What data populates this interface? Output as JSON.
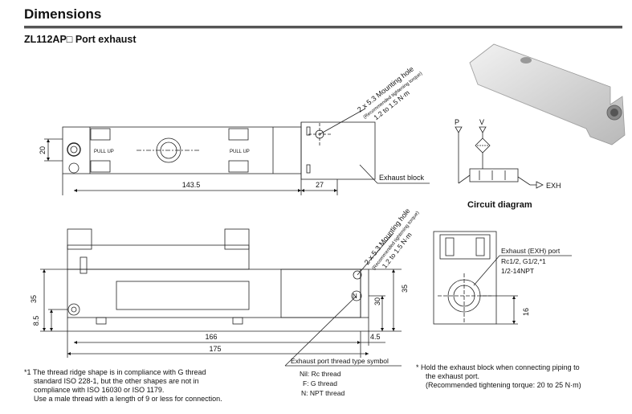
{
  "header": {
    "title": "Dimensions",
    "subtitle": "ZL112AP□ Port exhaust"
  },
  "top_view": {
    "mounting_hole": "2 x 5.3 Mounting hole",
    "torque_line1": "(Recommended tightening torque)",
    "torque_line2": "1.2 to 1.5 N·m",
    "dim_width": "143.5",
    "dim_block": "27",
    "dim_height": "20",
    "exhaust_block_label": "Exhaust block",
    "pull_up_left": "PULL UP",
    "pull_up_right": "PULL UP"
  },
  "front_view": {
    "mounting_hole": "2 x 5.3 Mounting hole",
    "torque_line1": "(Recommended tightening torque)",
    "torque_line2": "1.2 to 1.5 N·m",
    "dim_166": "166",
    "dim_175": "175",
    "dim_4_5": "4.5",
    "dim_35_left": "35",
    "dim_8_5": "8.5",
    "dim_30": "30",
    "dim_35_right": "35",
    "n_mark": "N"
  },
  "side_view": {
    "port_title": "Exhaust (EXH) port",
    "port_line1": "Rc1/2, G1/2,*1",
    "port_line2": "1/2-14NPT",
    "dim_16": "16"
  },
  "circuit": {
    "label_p": "P",
    "label_v": "V",
    "label_exh": "EXH",
    "title": "Circuit diagram"
  },
  "thread_symbol": {
    "title": "Exhaust port thread type symbol",
    "nil": "Nil: Rc thread",
    "f": "F: G thread",
    "n": "N: NPT thread"
  },
  "notes": {
    "n1_mark": "*1",
    "n1_line1": "The thread ridge shape is in compliance with G thread",
    "n1_line2": "standard ISO 228-1, but the other shapes are not in",
    "n1_line3": "compliance with ISO 16030 or ISO 1179.",
    "n1_line4": "Use a male thread with a length of 9 or less for connection.",
    "n2_mark": "*",
    "n2_line1": "Hold the exhaust block when connecting piping to",
    "n2_line2": "the exhaust port.",
    "n2_line3": "(Recommended tightening torque: 20 to 25 N·m)"
  }
}
